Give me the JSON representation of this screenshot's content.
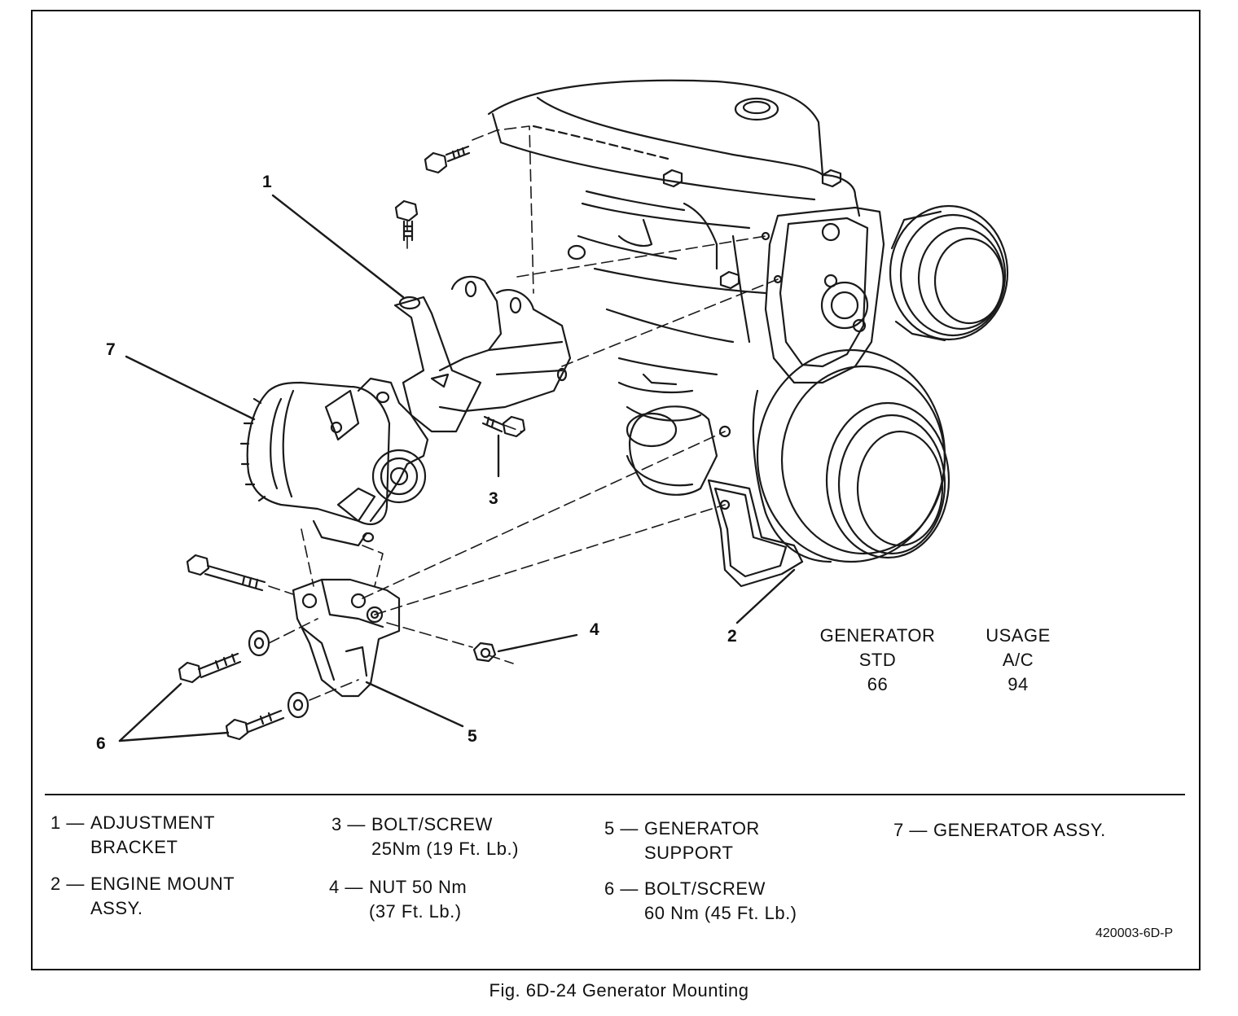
{
  "figure": {
    "caption": "Fig. 6D-24 Generator Mounting",
    "code": "420003-6D-P"
  },
  "callouts": [
    "1",
    "2",
    "3",
    "4",
    "5",
    "6",
    "7"
  ],
  "usage_table": {
    "generator_header": "GENERATOR",
    "usage_header": "USAGE",
    "rows": [
      {
        "generator": "STD",
        "usage": "A/C"
      },
      {
        "generator": "66",
        "usage": "94"
      }
    ]
  },
  "legend": [
    {
      "num": "1 —",
      "line1": "ADJUSTMENT",
      "line2": "BRACKET"
    },
    {
      "num": "2 —",
      "line1": "ENGINE MOUNT",
      "line2": "ASSY."
    },
    {
      "num": "3 —",
      "line1": "BOLT/SCREW",
      "line2": "25Nm (19 Ft. Lb.)"
    },
    {
      "num": "4 —",
      "line1": "NUT 50 Nm",
      "line2": "(37 Ft. Lb.)"
    },
    {
      "num": "5 —",
      "line1": "GENERATOR",
      "line2": "SUPPORT"
    },
    {
      "num": "6 —",
      "line1": "BOLT/SCREW",
      "line2": "60 Nm (45 Ft. Lb.)"
    },
    {
      "num": "7 —",
      "line1": "GENERATOR ASSY.",
      "line2": ""
    }
  ]
}
